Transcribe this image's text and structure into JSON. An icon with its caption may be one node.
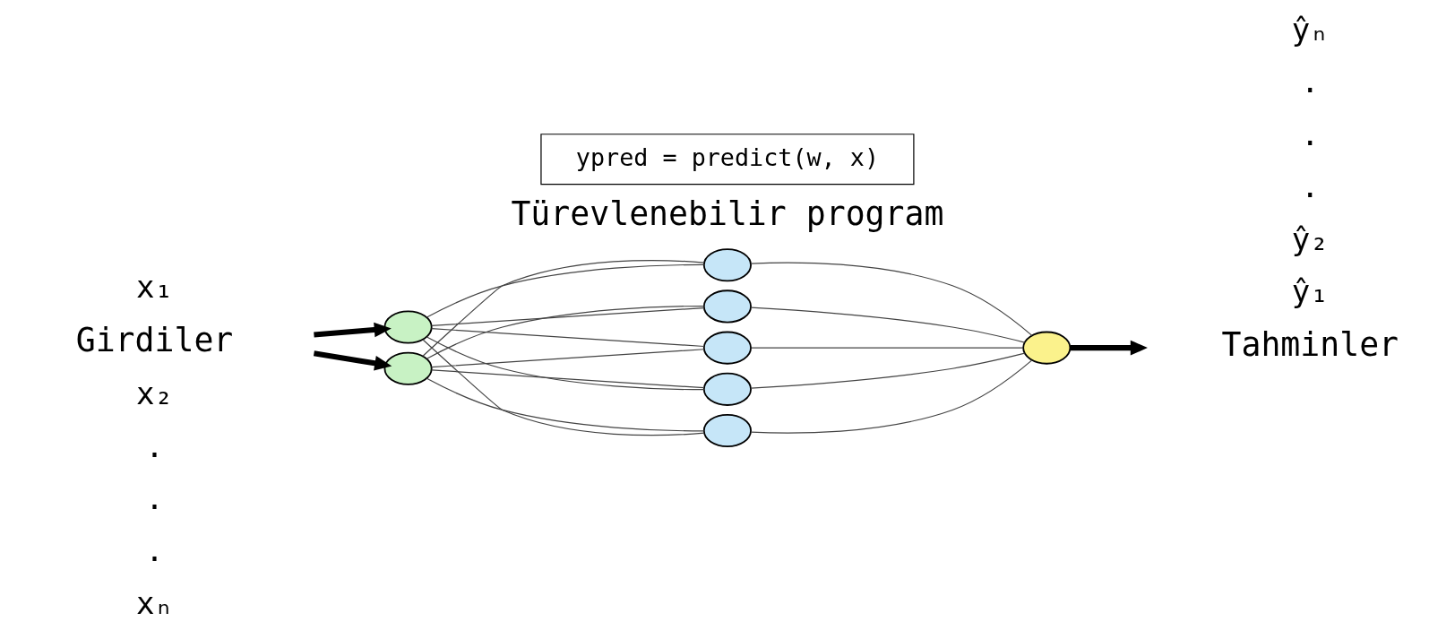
{
  "diagram": {
    "nodes": [
      {
        "text": [],
        "shape": "circle"
      },
      {
        "text": [],
        "shape": "circle"
      },
      {
        "text": [],
        "shape": "circle"
      },
      {
        "text": [],
        "shape": "circle"
      },
      {
        "text": [],
        "shape": "circle"
      },
      {
        "text": [],
        "shape": "circle"
      },
      {
        "text": [],
        "shape": "circle"
      },
      {
        "text": [],
        "shape": "circle"
      },
      {
        "text": [
          "ypred = predict(w, x)"
        ]
      }
    ],
    "edges": [
      {
        "from": null,
        "to": 0,
        "arrow": "to",
        "style": "thick"
      },
      {
        "from": null,
        "to": 1,
        "arrow": "to",
        "style": "thick"
      },
      {
        "from": 0,
        "to": 2,
        "arrow": "none"
      },
      {
        "from": 0,
        "to": 3,
        "arrow": "none"
      },
      {
        "from": 0,
        "to": 4,
        "arrow": "none"
      },
      {
        "from": 0,
        "to": 5,
        "arrow": "none"
      },
      {
        "from": 0,
        "to": 6,
        "arrow": "none"
      },
      {
        "from": 1,
        "to": 2,
        "arrow": "none"
      },
      {
        "from": 1,
        "to": 3,
        "arrow": "none"
      },
      {
        "from": 1,
        "to": 4,
        "arrow": "none"
      },
      {
        "from": 1,
        "to": 5,
        "arrow": "none"
      },
      {
        "from": 1,
        "to": 6,
        "arrow": "none"
      },
      {
        "from": 2,
        "to": 7,
        "arrow": "none"
      },
      {
        "from": 3,
        "to": 7,
        "arrow": "none"
      },
      {
        "from": 4,
        "to": 7,
        "arrow": "none"
      },
      {
        "from": 5,
        "to": 7,
        "arrow": "none"
      },
      {
        "from": 6,
        "to": 7,
        "arrow": "none"
      },
      {
        "from": 7,
        "to": null,
        "arrow": "to",
        "style": "thick"
      }
    ],
    "labels": [
      "Girdiler",
      "Türevlenebilir program",
      "Tahminler",
      "x₁",
      "x₂",
      ".",
      ".",
      ".",
      "xₙ",
      "ŷ₁",
      "ŷ₂",
      ".",
      ".",
      ".",
      "ŷₙ"
    ]
  }
}
